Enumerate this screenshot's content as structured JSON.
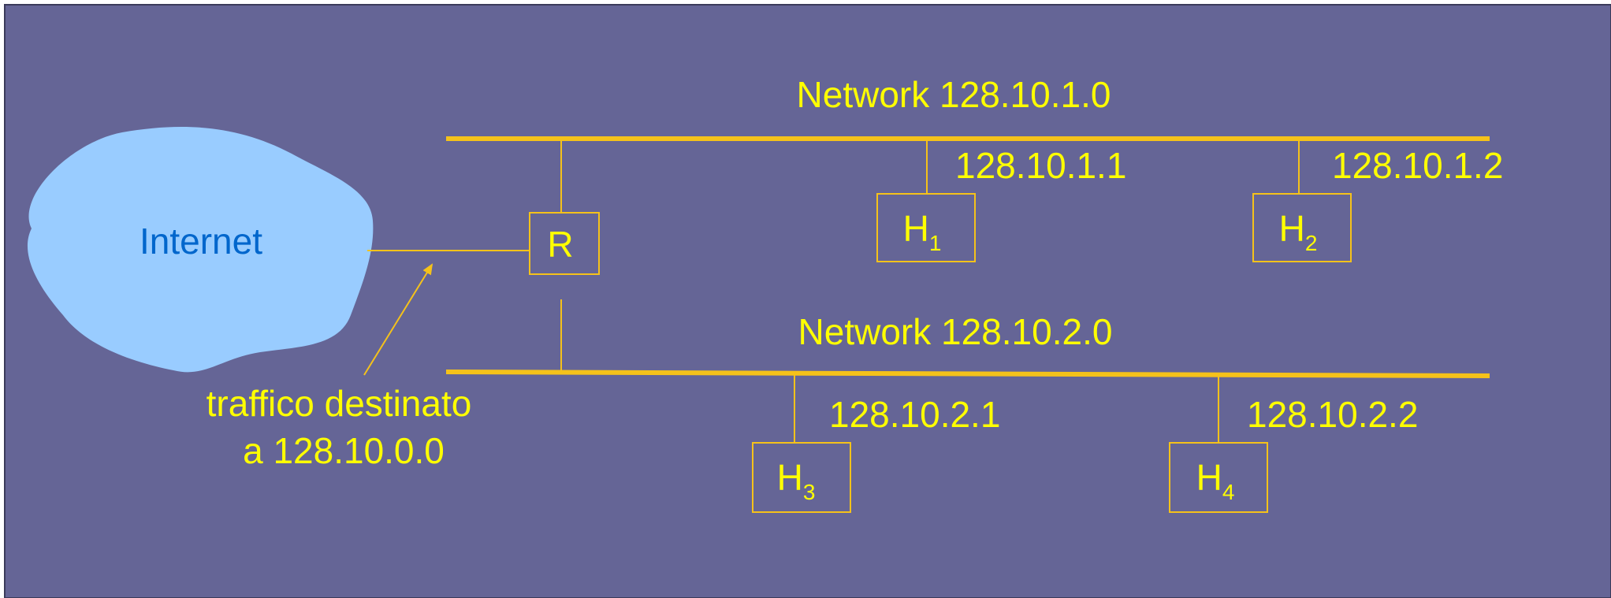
{
  "colors": {
    "background": "#656596",
    "line": "#f5c21a",
    "text": "#ffff00",
    "cloud_fill": "#99ccff",
    "cloud_text": "#0066cc"
  },
  "cloud": {
    "label": "Internet"
  },
  "router": {
    "label": "R"
  },
  "networks": [
    {
      "label": "Network 128.10.1.0"
    },
    {
      "label": "Network 128.10.2.0"
    }
  ],
  "hosts": [
    {
      "letter": "H",
      "subscript": "1",
      "address": "128.10.1.1"
    },
    {
      "letter": "H",
      "subscript": "2",
      "address": "128.10.1.2"
    },
    {
      "letter": "H",
      "subscript": "3",
      "address": "128.10.2.1"
    },
    {
      "letter": "H",
      "subscript": "4",
      "address": "128.10.2.2"
    }
  ],
  "traffic_note": {
    "line1": "traffico destinato",
    "line2": "a 128.10.0.0"
  }
}
